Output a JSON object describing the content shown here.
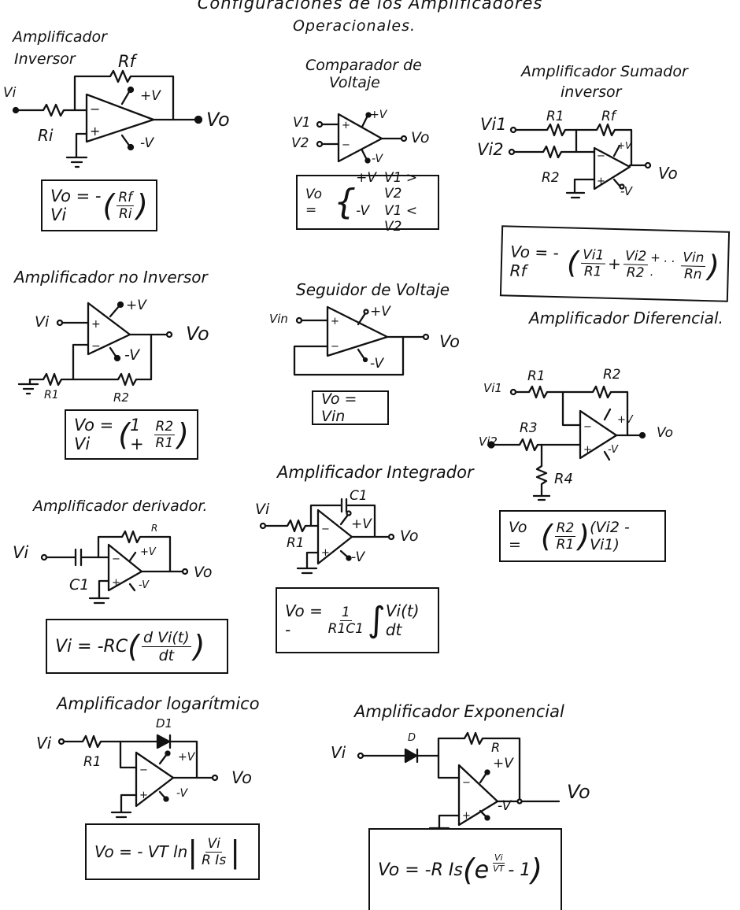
{
  "page": {
    "title_line1": "Configuraciones de los Amplificadores",
    "title_line2": "Operacionales."
  },
  "circuits": {
    "inversor": {
      "title_line1": "Amplificador",
      "title_line2": "Inversor",
      "labels": {
        "input": "Vi",
        "r_in": "Ri",
        "r_feedback": "Rf",
        "v_pos": "+V",
        "v_neg": "-V",
        "output": "Vo"
      },
      "formula": {
        "lhs": "Vo = -Vi",
        "num": "Rf",
        "den": "Ri"
      }
    },
    "comparador": {
      "title_line1": "Comparador de",
      "title_line2": "Voltaje",
      "labels": {
        "in1": "V1",
        "in2": "V2",
        "v_pos": "+V",
        "v_neg": "-V",
        "output": "Vo"
      },
      "formula": {
        "lhs": "Vo =",
        "case1_val": "+V",
        "case1_cond": "V1 > V2",
        "case2_val": "-V",
        "case2_cond": "V1 < V2"
      }
    },
    "sumador": {
      "title_line1": "Amplificador Sumador",
      "title_line2": "inversor",
      "labels": {
        "in1": "Vi1",
        "in2": "Vi2",
        "r1": "R1",
        "r2": "R2",
        "rf": "Rf",
        "v_pos": "+V",
        "v_neg": "-V",
        "output": "Vo"
      },
      "formula": {
        "lhs": "Vo = -Rf",
        "t1_num": "Vi1",
        "t1_den": "R1",
        "plus1": "+",
        "t2_num": "Vi2",
        "t2_den": "R2",
        "plus2": "+ . . .",
        "tn_num": "Vin",
        "tn_den": "Rn"
      }
    },
    "no_inversor": {
      "title": "Amplificador no Inversor",
      "labels": {
        "input": "Vi",
        "r1": "R1",
        "r2": "R2",
        "v_pos": "+V",
        "v_neg": "-V",
        "output": "Vo"
      },
      "formula": {
        "lhs": "Vo = Vi",
        "one_plus": "1 +",
        "num": "R2",
        "den": "R1"
      }
    },
    "seguidor": {
      "title": "Seguidor de Voltaje",
      "labels": {
        "input": "Vin",
        "v_pos": "+V",
        "v_neg": "-V",
        "output": "Vo"
      },
      "formula": {
        "text": "Vo = Vin"
      }
    },
    "diferencial": {
      "title": "Amplificador Diferencial.",
      "labels": {
        "in1": "Vi1",
        "in2": "Vi2",
        "r1": "R1",
        "r2": "R2",
        "r3": "R3",
        "r4": "R4",
        "v_pos": "+V",
        "v_neg": "-V",
        "output": "Vo"
      },
      "formula": {
        "lhs": "Vo =",
        "num": "R2",
        "den": "R1",
        "rhs": "(Vi2 - Vi1)"
      }
    },
    "derivador": {
      "title": "Amplificador derivador.",
      "labels": {
        "input": "Vi",
        "c1": "C1",
        "r": "R",
        "v_pos": "+V",
        "v_neg": "-V",
        "output": "Vo"
      },
      "formula": {
        "lhs": "Vi = -RC",
        "num": "d Vi(t)",
        "den": "dt"
      }
    },
    "integrador": {
      "title": "Amplificador Integrador",
      "labels": {
        "input": "Vi",
        "r1": "R1",
        "c1": "C1",
        "v_pos": "+V",
        "v_neg": "-V",
        "output": "Vo"
      },
      "formula": {
        "lhs": "Vo = -",
        "num": "1",
        "den": "R1C1",
        "integral": "∫",
        "rhs": "Vi(t) dt"
      }
    },
    "logaritmico": {
      "title": "Amplificador logarítmico",
      "labels": {
        "input": "Vi",
        "r1": "R1",
        "d1": "D1",
        "v_pos": "+V",
        "v_neg": "-V",
        "output": "Vo"
      },
      "formula": {
        "lhs": "Vo = - VT ln",
        "num": "Vi",
        "den": "R Is"
      }
    },
    "exponencial": {
      "title": "Amplificador Exponencial",
      "labels": {
        "input": "Vi",
        "d": "D",
        "r": "R",
        "v_pos": "+V",
        "v_neg": "-V",
        "output": "Vo"
      },
      "formula": {
        "lhs": "Vo = -R Is",
        "base": "e",
        "exp_num": "Vi",
        "exp_den": "VT",
        "tail": "- 1"
      }
    }
  }
}
